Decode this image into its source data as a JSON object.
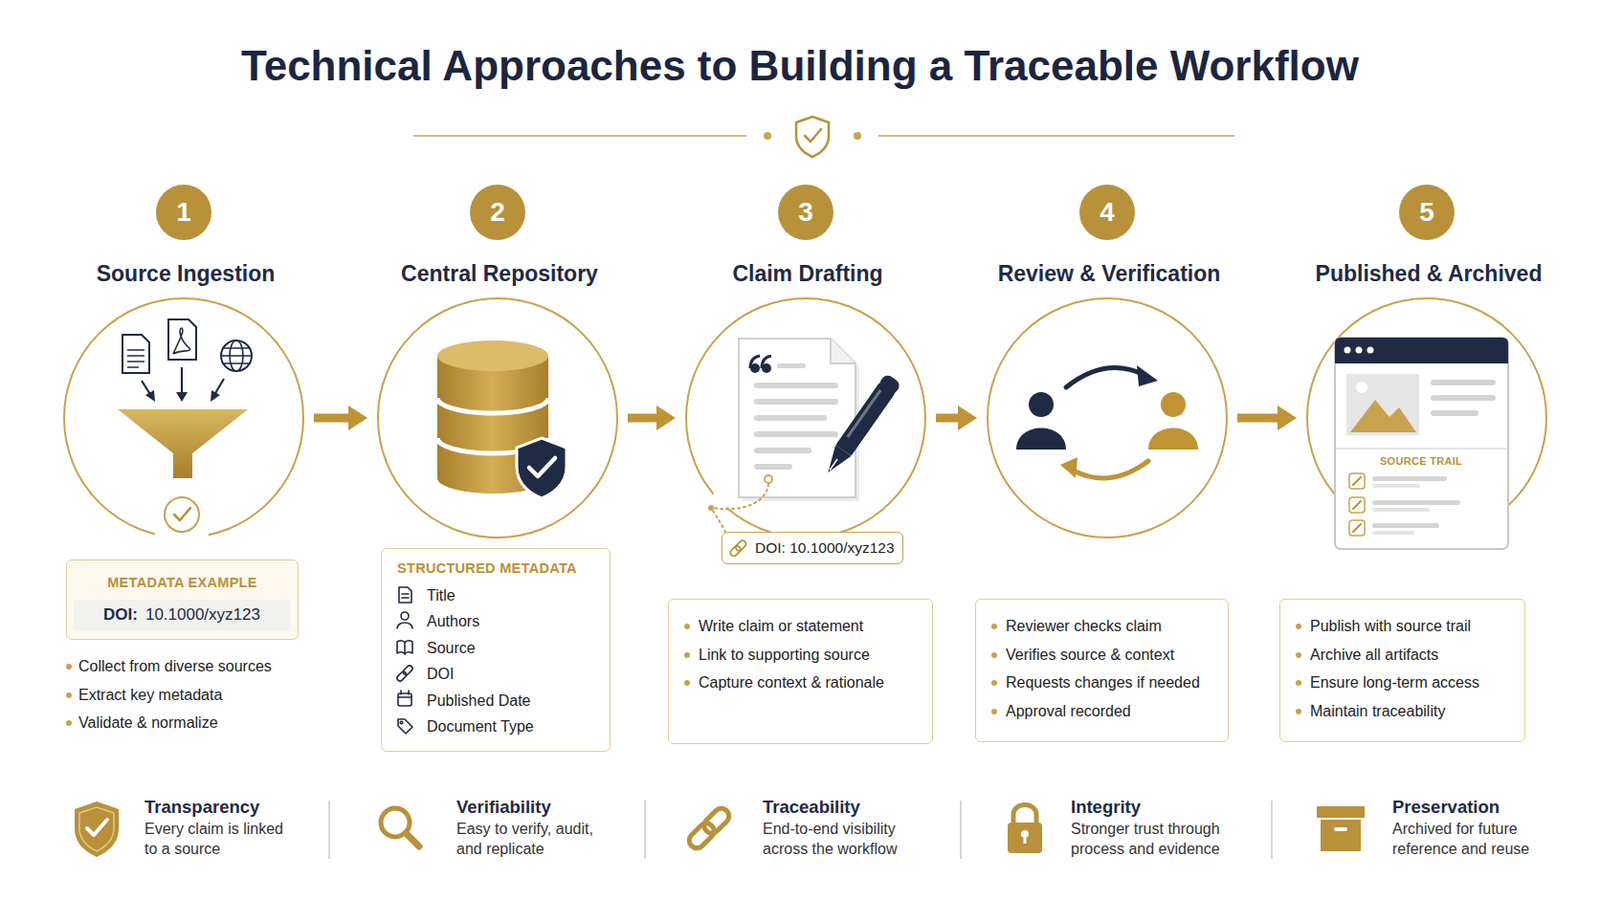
{
  "diagram": {
    "title": "Technical Approaches to Building a Traceable Workflow",
    "nodes": [
      {
        "text": [
          "1"
        ]
      },
      {
        "text": [
          "Source Ingestion"
        ]
      },
      {
        "text": [
          "METADATA EXAMPLE"
        ]
      },
      {
        "text": [
          "DOI:",
          "10.1000/xyz123"
        ],
        "in": 2
      },
      {
        "text": [
          "2"
        ]
      },
      {
        "text": [
          "Central Repository"
        ]
      },
      {
        "text": [
          "STRUCTURED METADATA",
          "Title",
          "Authors",
          "Source",
          "DOI",
          "Published Date",
          "Document Type"
        ]
      },
      {
        "text": [
          "3"
        ]
      },
      {
        "text": [
          "Claim Drafting"
        ]
      },
      {
        "text": [
          "DOI: 10.1000/xyz123"
        ]
      },
      {
        "text": [
          "Write claim or statement",
          "Link to supporting source",
          "Capture context & rationale"
        ]
      },
      {
        "text": [
          "4"
        ]
      },
      {
        "text": [
          "Review & Verification"
        ]
      },
      {
        "text": [
          "Reviewer checks claim",
          "Verifies source & context",
          "Requests changes if needed",
          "Approval recorded"
        ]
      },
      {
        "text": [
          "5"
        ]
      },
      {
        "text": [
          "Published & Archived"
        ]
      },
      {
        "text": [
          "Publish with source trail",
          "Archive all artifacts",
          "Ensure long-term access",
          "Maintain traceability"
        ]
      }
    ],
    "edges": [
      {
        "from": 1,
        "to": 5,
        "arrow": "to"
      },
      {
        "from": 5,
        "to": 8,
        "arrow": "to"
      },
      {
        "from": 8,
        "to": 12,
        "arrow": "to"
      },
      {
        "from": 12,
        "to": 15,
        "arrow": "to"
      }
    ],
    "labels": [
      "Collect from diverse sources",
      "Extract key metadata",
      "Validate & normalize",
      "SOURCE TRAIL",
      "Transparency",
      "Every claim is linked to a source",
      "Verifiability",
      "Easy to verify, audit, and replicate",
      "Traceability",
      "End-to-end visibility across the workflow",
      "Integrity",
      "Stronger trust through process and evidence",
      "Preservation",
      "Archived for future reference and reuse"
    ]
  }
}
